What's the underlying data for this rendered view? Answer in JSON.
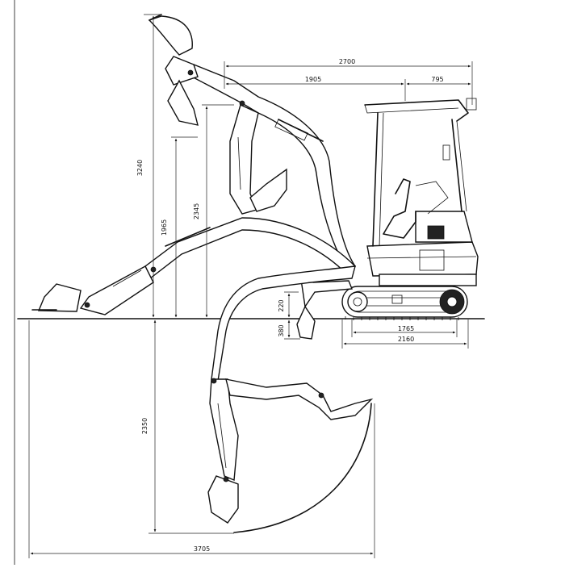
{
  "dimensions": {
    "overall_length_upper": "2700",
    "boom_to_pivot": "1905",
    "rear_to_pivot": "795",
    "max_reach_height": "3240",
    "max_dump_height": "1965",
    "boom_height": "2345",
    "ground_clearance": "220",
    "blade_depth": "380",
    "track_ground_length": "1765",
    "track_length": "2160",
    "max_dig_depth": "2350",
    "max_dig_reach": "3705"
  }
}
